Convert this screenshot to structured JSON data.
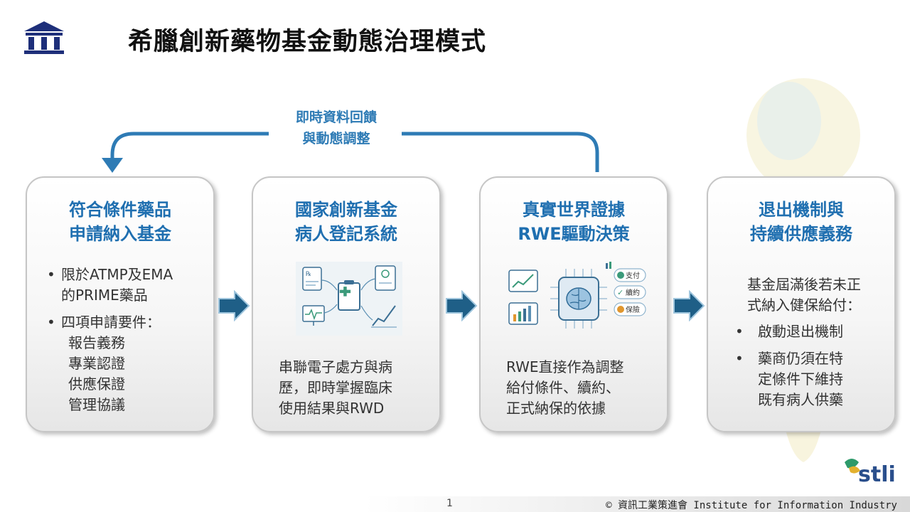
{
  "slide": {
    "title": "希臘創新藥物基金動態治理模式",
    "loop_label": [
      "即時資料回饋",
      "與動態調整"
    ]
  },
  "cards": [
    {
      "title": [
        "符合條件藥品",
        "申請納入基金"
      ],
      "bullets": [
        {
          "lines": [
            "限於ATMP及EMA",
            "的PRIME藥品"
          ]
        },
        {
          "lines": [
            "四項申請要件：",
            "報告義務",
            "專業認證",
            "供應保證",
            "管理協議"
          ]
        }
      ]
    },
    {
      "title": [
        "國家創新基金",
        "病人登記系統"
      ],
      "illustration": "patient-registry-illustration",
      "desc": [
        "串聯電子處方與病",
        "歷，即時掌握臨床",
        "使用結果與RWD"
      ]
    },
    {
      "title": [
        "真實世界證據",
        "RWE驅動決策"
      ],
      "illustration": "rwe-ai-chip-illustration",
      "chip_labels": [
        "支付",
        "續約",
        "保險"
      ],
      "desc": [
        "RWE直接作為調整",
        "給付條件、續約、",
        "正式納保的依據"
      ]
    },
    {
      "title": [
        "退出機制與",
        "持續供應義務"
      ],
      "intro": [
        "基金屆滿後若未正",
        "式納入健保給付："
      ],
      "bullets": [
        {
          "lines": [
            "啟動退出機制"
          ]
        },
        {
          "lines": [
            "藥商仍須在特",
            "定條件下維持",
            "既有病人供藥"
          ]
        }
      ]
    }
  ],
  "footer": {
    "page_number": "1",
    "copyright": "© 資訊工業策進會 Institute for Information Industry",
    "brand": "stli"
  },
  "colors": {
    "accent": "#1f6fb0",
    "arrow": "#1f5f87",
    "loop": "#2e7bb5"
  }
}
